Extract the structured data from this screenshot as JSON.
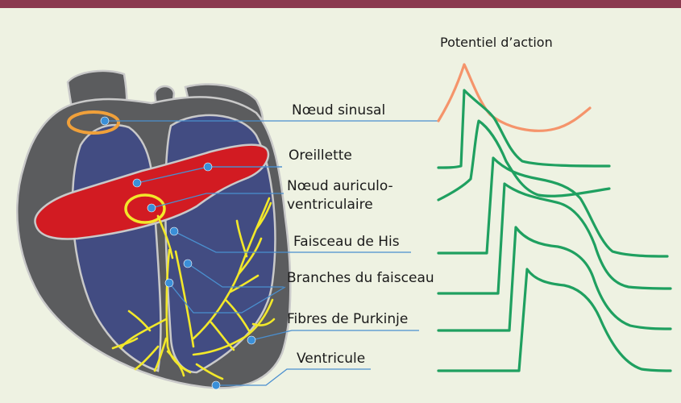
{
  "colors": {
    "top_bar": "#8b3a4f",
    "background": "#eef2e2",
    "heart_wall": "#5b5c5e",
    "heart_outline": "#c9c9c9",
    "chambers": "#424c82",
    "atria": "#d21b22",
    "conduction": "#f2e82a",
    "leader_lines": "#4a8fcf",
    "sinus_potential": "#f5946b",
    "other_potentials": "#1fa060"
  },
  "chart_title": "Potentiel d’action",
  "labels": {
    "sinus_node": "Nœud sinusal",
    "atrium": "Oreillette",
    "av_node_line1": "Nœud auriculo-",
    "av_node_line2": "ventriculaire",
    "his_bundle": "Faisceau de His",
    "bundle_branches": "Branches du faisceau",
    "purkinje": "Fibres de Purkinje",
    "ventricle": "Ventricule"
  }
}
